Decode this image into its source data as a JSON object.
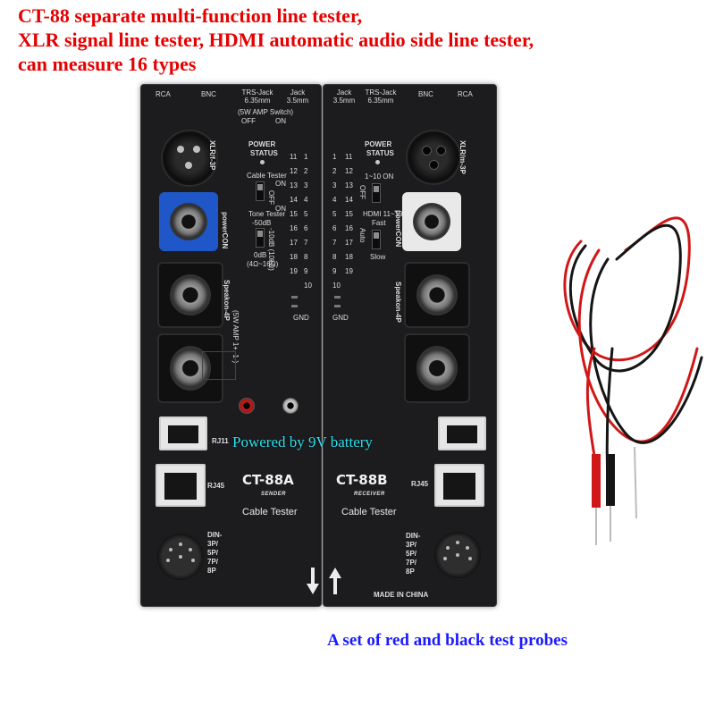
{
  "headline": {
    "line1": "CT-88 separate multi-function line tester,",
    "line2": "XLR signal line tester, HDMI automatic audio side line tester,",
    "line3": "can measure 16 types"
  },
  "watermark": "Powered by 9V battery",
  "caption": "A set of red and black test probes",
  "unit_a": {
    "rca": "RCA",
    "bnc": "BNC",
    "trs_jack": "TRS-Jack 6.35mm",
    "jack": "Jack 3.5mm",
    "amp_switch": "(5W AMP Switch)",
    "off": "OFF",
    "on": "ON",
    "xlr": "XLR/f-3P",
    "power": "POWER",
    "status": "STATUS",
    "cable_tester": "Cable Tester",
    "ct_on": "ON",
    "ct_off": "OFF",
    "tone_on": "ON",
    "tone_tester": "Tone Tester",
    "db_minus50": "-50dB",
    "db_minus10": "-10dB (10kΩ)",
    "db_0": "0dB",
    "ohms": "(4Ω~16Ω)",
    "powercon": "powerCON",
    "speakon": "Speakon-4P",
    "amp_range": "(5W AMP 1+, 1-)",
    "leds_left": [
      "11",
      "12",
      "13",
      "14",
      "15",
      "16",
      "17",
      "18",
      "19"
    ],
    "leds_right": [
      "1",
      "2",
      "3",
      "4",
      "5",
      "6",
      "7",
      "8",
      "9"
    ],
    "led_10": "10",
    "gnd": "GND",
    "rj11": "RJ11",
    "rj45": "RJ45",
    "model": "CT-88A",
    "sender": "SENDER",
    "cable_tester_title": "Cable Tester",
    "din": [
      "DIN-",
      "3P/",
      "5P/",
      "7P/",
      "8P"
    ]
  },
  "unit_b": {
    "jack": "Jack 3.5mm",
    "trs_jack": "TRS-Jack 6.35mm",
    "bnc": "BNC",
    "rca": "RCA",
    "power": "POWER",
    "status": "STATUS",
    "xlr": "XLR/m-3P",
    "on_range": "1~10 ON",
    "off": "OFF",
    "hdmi": "HDMI 11~19",
    "fast": "Fast",
    "slow": "Slow",
    "auto": "Auto",
    "powercon": "powerCON",
    "speakon": "Speakon-4P",
    "leds_left": [
      "1",
      "2",
      "3",
      "4",
      "5",
      "6",
      "7",
      "8",
      "9"
    ],
    "leds_right": [
      "11",
      "12",
      "13",
      "14",
      "15",
      "16",
      "17",
      "18",
      "19"
    ],
    "led_10": "10",
    "gnd": "GND",
    "model": "CT-88B",
    "receiver": "RECEIVER",
    "rj45": "RJ45",
    "cable_tester_title": "Cable Tester",
    "din": [
      "DIN-",
      "3P/",
      "5P/",
      "7P/",
      "8P"
    ],
    "made_in": "MADE IN CHINA"
  },
  "colors": {
    "headline": "#e60000",
    "caption": "#1a1aff",
    "watermark": "#2fe1f0",
    "powercon_a": "#1f57c8",
    "powercon_b": "#e9e9e9",
    "probe_red": "#d01818",
    "probe_black": "#151515"
  }
}
